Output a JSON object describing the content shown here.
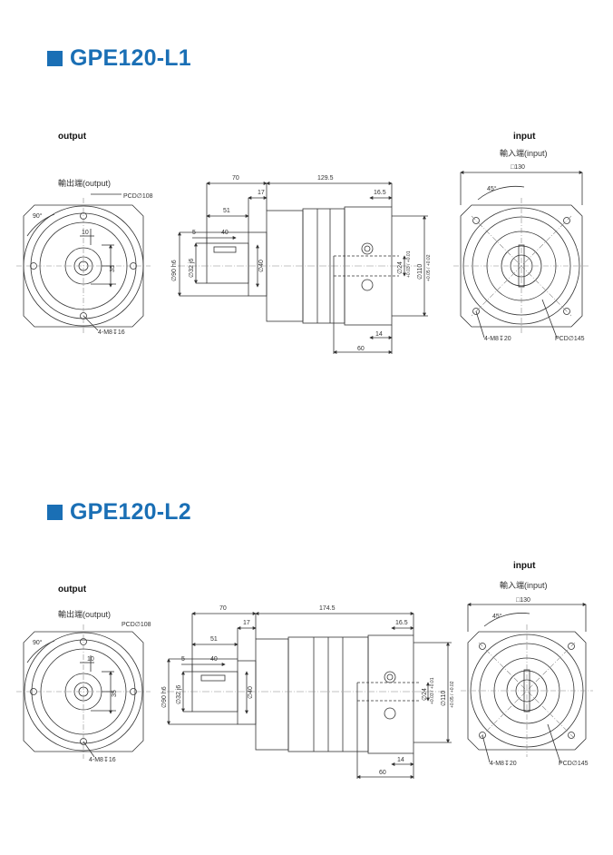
{
  "sections": [
    {
      "title": "GPE120-L1",
      "output_label": "output",
      "input_label": "input",
      "output_sub": "輸出端(output)",
      "input_sub": "輸入端(input)",
      "out_pcd": "PCD∅108",
      "out_bolt": "4-M8↧16",
      "out_angle": "90°",
      "out_key": "10",
      "out_35": "35",
      "dim_70": "70",
      "dim_len": "129.5",
      "dim_17": "17",
      "dim_16_5": "16.5",
      "dim_51": "51",
      "dim_5": "5",
      "dim_40": "40",
      "dim_d90": "∅90 h6",
      "dim_d32": "∅32 j6",
      "dim_d40": "∅40",
      "dim_d24": "∅24",
      "dim_d24_tol": "+0.03 / +0.01",
      "dim_d110": "∅110",
      "dim_d110_tol": "+0.05 / +0.02",
      "dim_14": "14",
      "dim_60": "60",
      "in_square": "□130",
      "in_angle": "45°",
      "in_bolt": "4-M8↧20",
      "in_pcd": "PCD∅145"
    },
    {
      "title": "GPE120-L2",
      "output_label": "output",
      "input_label": "input",
      "output_sub": "輸出端(output)",
      "input_sub": "輸入端(input)",
      "out_pcd": "PCD∅108",
      "out_bolt": "4-M8↧16",
      "out_angle": "90°",
      "out_key": "10",
      "out_35": "35",
      "dim_70": "70",
      "dim_len": "174.5",
      "dim_17": "17",
      "dim_16_5": "16.5",
      "dim_51": "51",
      "dim_5": "5",
      "dim_40": "40",
      "dim_d90": "∅90 h6",
      "dim_d32": "∅32 j6",
      "dim_d40": "∅40",
      "dim_d24": "∅24",
      "dim_d24_tol": "+0.03 / +0.01",
      "dim_d110": "∅110",
      "dim_d110_tol": "+0.05 / +0.02",
      "dim_14": "14",
      "dim_60": "60",
      "in_square": "□130",
      "in_angle": "45°",
      "in_bolt": "4-M8↧20",
      "in_pcd": "PCD∅145"
    }
  ],
  "colors": {
    "brand": "#1a6fb5",
    "line": "#333333",
    "center": "#888888"
  }
}
